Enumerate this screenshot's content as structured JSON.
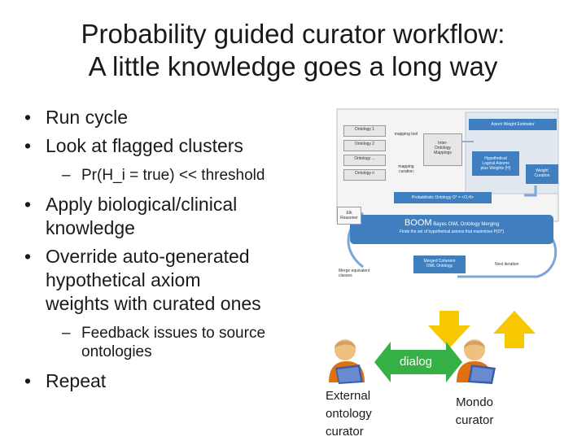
{
  "slide": {
    "title_line1": "Probability guided curator workflow:",
    "title_line2": "A little knowledge goes a long way",
    "bullets": {
      "run_cycle": "Run cycle",
      "look_flagged": "Look at flagged clusters",
      "threshold": "Pr(H_i = true) << threshold",
      "apply_line1": "Apply biological/clinical",
      "apply_line2": "knowledge",
      "override_line1": "Override auto-generated",
      "override_line2": "hypothetical axiom",
      "override_line3": "weights with curated ones",
      "feedback_line1": "Feedback issues to source",
      "feedback_line2": "ontologies",
      "repeat": "Repeat"
    }
  },
  "diagram": {
    "ontology1": "Ontology 1",
    "ontology2": "Ontology 2",
    "ontology_dots": "Ontology ...",
    "ontology_n": "Ontology n",
    "mapping_tool": "mapping tool",
    "mapping_curation": "mapping curation",
    "inter_ontology_line1": "Inter-",
    "inter_ontology_line2": "Ontology",
    "inter_ontology_line3": "Mappings",
    "axiom_weight": "Axiom Weight Estimator",
    "hypothetical_line1": "Hypothetical",
    "hypothetical_line2": "Logical Axioms",
    "hypothetical_line3": "plus Weights (H)",
    "weight_curation_line1": "Weight",
    "weight_curation_line2": "Curation",
    "probabilistic": "Probabilistic Ontology O* = <O,H>",
    "elk_line1": "Elk",
    "elk_line2": "Reasoner",
    "boom_word": "BOOM",
    "boom_rest": " Bayes OWL Ontology Merging",
    "boom_sub": "Finds the set of hypothetical axioms that maximizes P(O*)",
    "merged_line1": "Merged Coherent",
    "merged_line2": "OWL Ontology",
    "next_iteration": "Next iteration",
    "merge_line1": "Merge equivalent",
    "merge_line2": "classes"
  },
  "curators": {
    "dialog": "dialog",
    "external_line1": "External",
    "external_line2": "ontology",
    "external_line3": "curator",
    "mondo_line1": "Mondo",
    "mondo_line2": "curator"
  },
  "icons": {
    "curator_external": "person-with-book-icon",
    "curator_mondo": "person-with-book-icon",
    "arrow_down": "down-arrow-icon",
    "arrow_up": "up-arrow-icon",
    "dialog_arrow": "double-headed-arrow-icon"
  },
  "colors": {
    "diagram_blue": "#3f7fc0",
    "arrow_yellow": "#f7c800",
    "dialog_green": "#35b044",
    "person_skin": "#f0c080",
    "person_orange": "#e07010"
  }
}
